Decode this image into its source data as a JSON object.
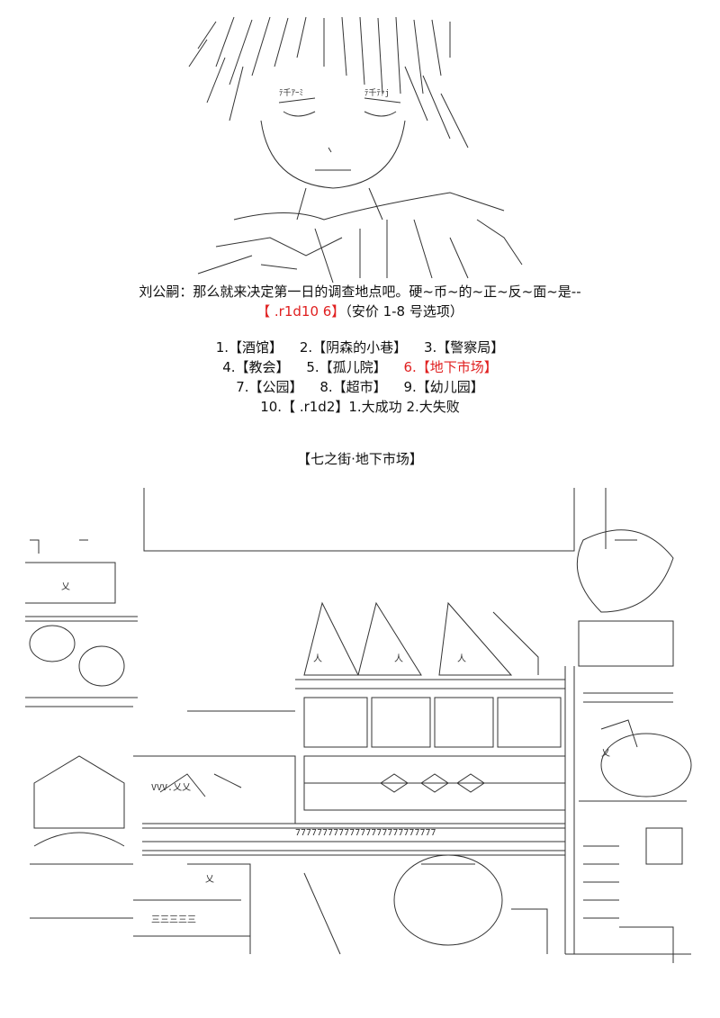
{
  "dialogue": {
    "speaker": "刘公嗣",
    "line": "：那么就来决定第一日的调查地点吧。硬~币~的~正~反~面~是--"
  },
  "roll": {
    "code": "【 .r1d10 6】",
    "note": "（安价 1-8 号选项）"
  },
  "options": [
    {
      "num": "1.",
      "label": "【酒馆】"
    },
    {
      "num": "2.",
      "label": "【阴森的小巷】"
    },
    {
      "num": "3.",
      "label": "【警察局】"
    },
    {
      "num": "4.",
      "label": "【教会】"
    },
    {
      "num": "5.",
      "label": "【孤儿院】"
    },
    {
      "num": "6.",
      "label": "【地下市场】"
    },
    {
      "num": "7.",
      "label": "【公园】"
    },
    {
      "num": "8.",
      "label": "【超市】"
    },
    {
      "num": "9.",
      "label": "【幼儿园】"
    },
    {
      "num": "10.",
      "label": "【 .r1d2】1.大成功 2.大失败"
    }
  ],
  "scene_title": "【七之街·地下市场】",
  "colors": {
    "highlight": "#e02020",
    "ink": "#111111"
  }
}
